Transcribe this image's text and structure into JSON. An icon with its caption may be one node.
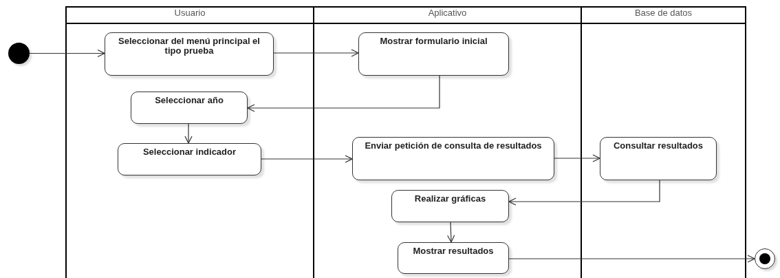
{
  "diagram": {
    "nodes": [
      {
        "text": [
          "Usuario"
        ]
      },
      {
        "text": [
          "Aplicativo"
        ]
      },
      {
        "text": [
          "Base de datos"
        ]
      },
      {
        "text": [],
        "shape": "circle"
      },
      {
        "text": [
          "Seleccionar del menú principal el tipo prueba"
        ],
        "in": 0
      },
      {
        "text": [
          "Mostrar formulario inicial"
        ],
        "in": 1
      },
      {
        "text": [
          "Seleccionar año"
        ],
        "in": 0
      },
      {
        "text": [
          "Seleccionar indicador"
        ],
        "in": 0
      },
      {
        "text": [
          "Enviar petición de consulta de resultados"
        ],
        "in": 1
      },
      {
        "text": [
          "Consultar resultados"
        ],
        "in": 2
      },
      {
        "text": [
          "Realizar gráficas"
        ],
        "in": 1
      },
      {
        "text": [
          "Mostrar resultados"
        ],
        "in": 1
      },
      {
        "text": [],
        "shape": "bullseye"
      }
    ],
    "edges": [
      {
        "from": 3,
        "to": 4,
        "arrow": "to"
      },
      {
        "from": 4,
        "to": 5,
        "arrow": "to"
      },
      {
        "from": 5,
        "to": 6,
        "arrow": "to"
      },
      {
        "from": 6,
        "to": 7,
        "arrow": "to"
      },
      {
        "from": 7,
        "to": 8,
        "arrow": "to"
      },
      {
        "from": 8,
        "to": 9,
        "arrow": "to"
      },
      {
        "from": 9,
        "to": 10,
        "arrow": "to"
      },
      {
        "from": 10,
        "to": 11,
        "arrow": "to"
      },
      {
        "from": 11,
        "to": 12,
        "arrow": "to"
      }
    ]
  }
}
